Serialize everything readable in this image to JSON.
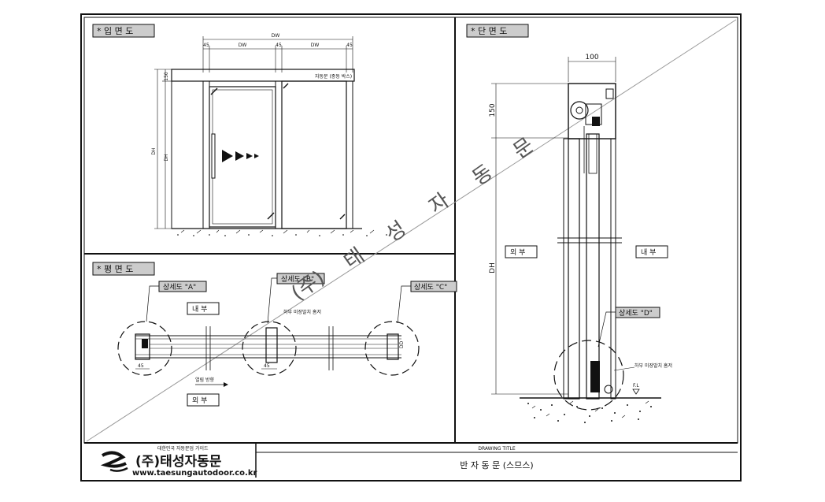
{
  "sections": {
    "elevation": "* 입 면 도",
    "plan": "* 평 면 도",
    "section": "* 단 면 도"
  },
  "elevation": {
    "dims_top": [
      "DW",
      "45",
      "DW",
      "45",
      "DW",
      "45"
    ],
    "dim_side": "DH",
    "dim_side2": "DH",
    "dim_top_small": "150",
    "header_note": "자동문 (중동 박스)"
  },
  "plan": {
    "callouts": [
      "상세도 \"A\"",
      "상세도 \"B\"",
      "상세도 \"C\""
    ],
    "inside": "내   부",
    "outside": "외   부",
    "note_b": "하부 미장발치 흠저",
    "dims": [
      "45",
      "45",
      "DD"
    ],
    "direction": "열림 방향"
  },
  "section": {
    "width_dim": "100",
    "dim_150": "150",
    "dim_dh": "DH",
    "outside": "외   부",
    "inside": "내   부",
    "callout_d": "상세도 \"D\"",
    "note_bottom": "하부 미장발치 흠저",
    "fl": "F.L"
  },
  "watermark": [
    "(주)",
    "태",
    "성",
    "자",
    "동",
    "문"
  ],
  "footer": {
    "company_small": "대한민국 자동문업 가이드",
    "company_name": "(주)태성자동문",
    "url": "www.taesungautodoor.co.kr",
    "drawing_title_label": "DRAWING TITLE",
    "drawing_title": "반 자 동 문 (스므스)"
  }
}
